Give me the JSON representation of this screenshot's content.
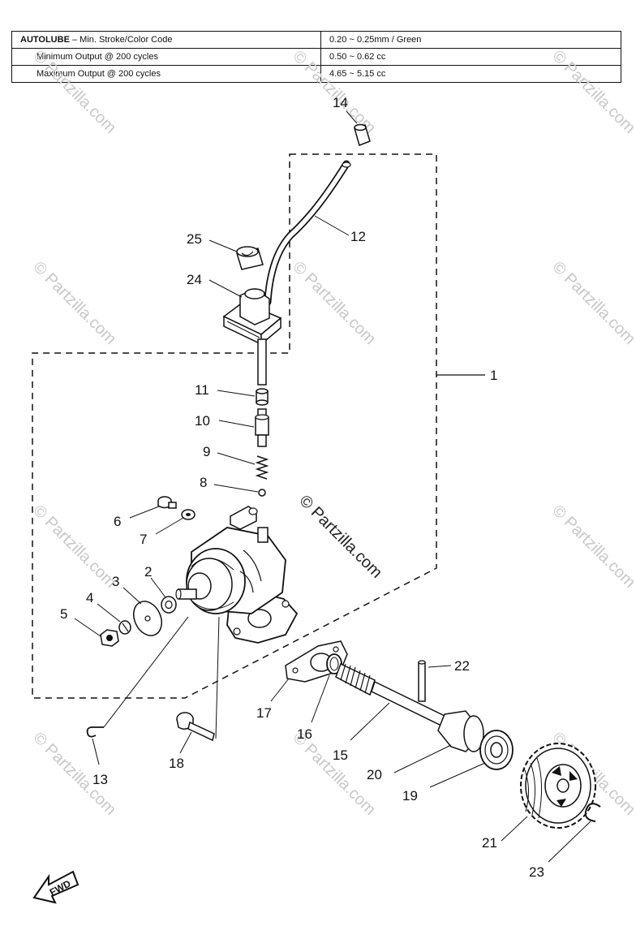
{
  "spec_table": {
    "rows": [
      {
        "label_bold": "AUTOLUBE",
        "label_rest": " – Min. Stroke/Color Code",
        "value": "0.20 ~ 0.25mm / Green"
      },
      {
        "label": "Minimum Output @ 200 cycles",
        "value": "0.50 ~ 0.62 cc"
      },
      {
        "label": "Maximum Output @ 200 cycles",
        "value": "4.65 ~ 5.15 cc"
      }
    ]
  },
  "callouts": {
    "c1": "1",
    "c2": "2",
    "c3": "3",
    "c4": "4",
    "c5": "5",
    "c6": "6",
    "c7": "7",
    "c8": "8",
    "c9": "9",
    "c10": "10",
    "c11": "11",
    "c12": "12",
    "c13": "13",
    "c14": "14",
    "c15": "15",
    "c16": "16",
    "c17": "17",
    "c18": "18",
    "c19": "19",
    "c20": "20",
    "c21": "21",
    "c22": "22",
    "c23": "23",
    "c24": "24",
    "c25": "25"
  },
  "watermark": {
    "text": "© Partzilla.com"
  },
  "fwd_label": "FWD"
}
